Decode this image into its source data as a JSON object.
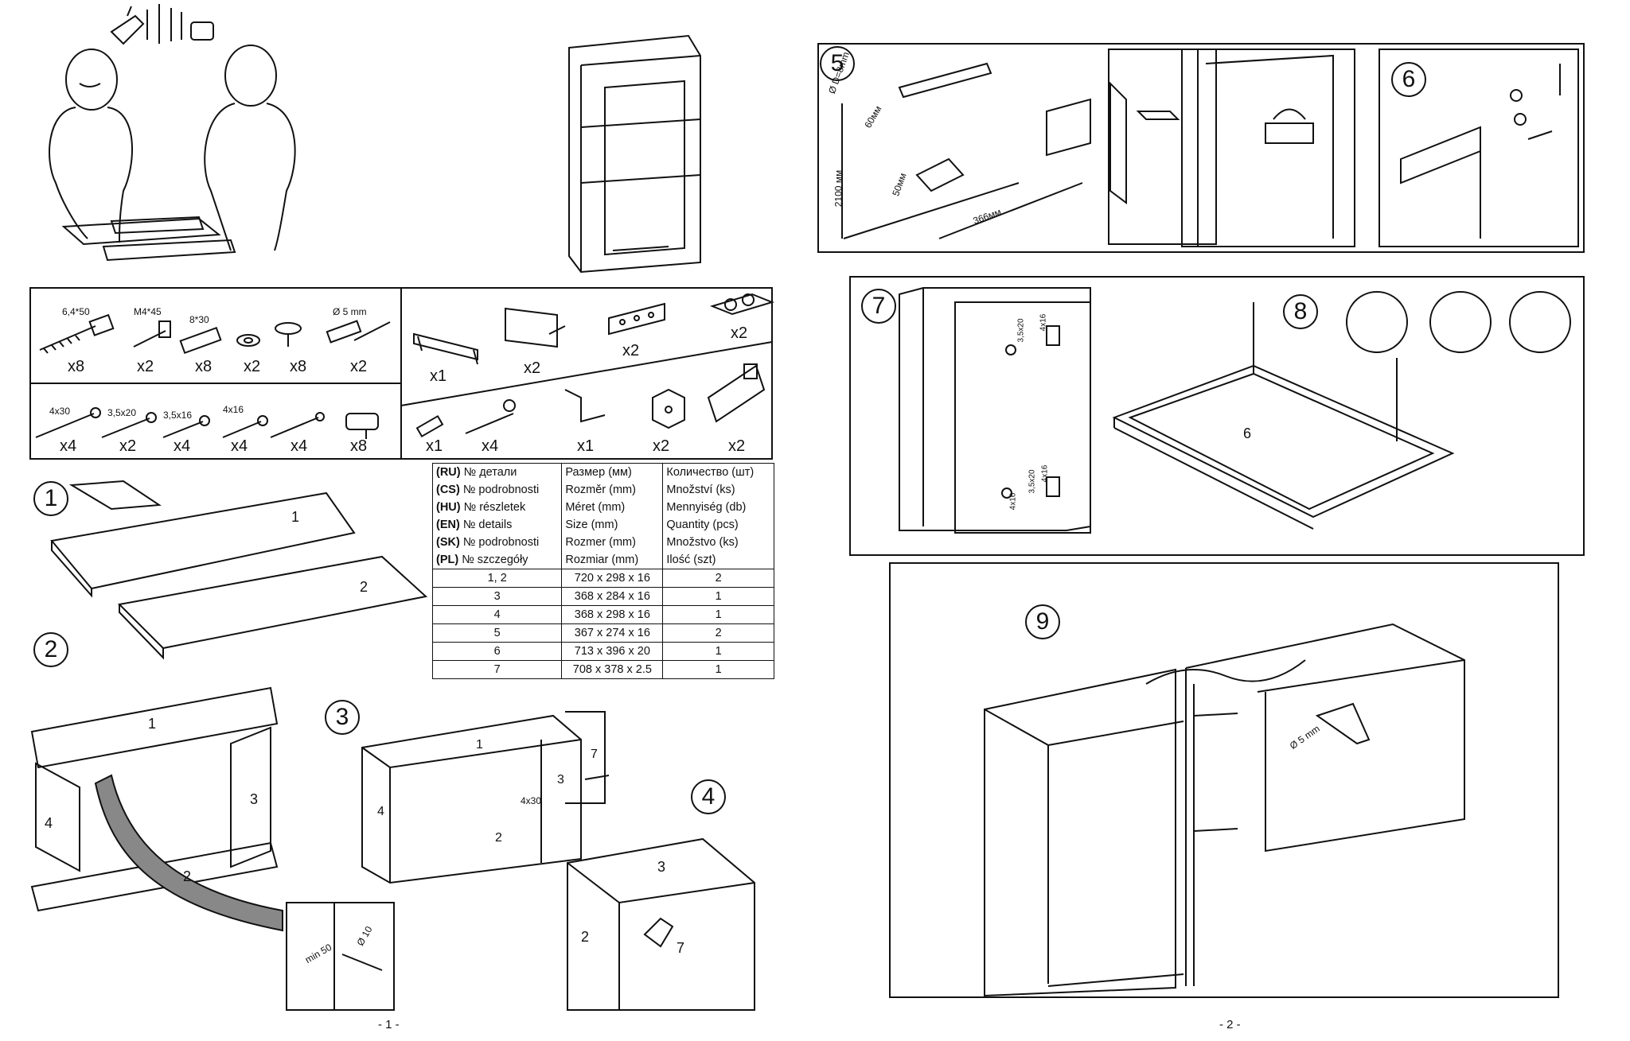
{
  "steps": [
    "1",
    "2",
    "3",
    "4",
    "5",
    "6",
    "7",
    "8",
    "9"
  ],
  "hardware_top": [
    {
      "spec": "6,4*50",
      "qty": "x8"
    },
    {
      "spec": "M4*45",
      "qty": "x2"
    },
    {
      "spec": "8*30",
      "qty": "x8"
    },
    {
      "spec": "",
      "qty": "x2"
    },
    {
      "spec": "",
      "qty": "x8"
    },
    {
      "spec": "Ø 5 mm",
      "qty": "x2"
    }
  ],
  "hardware_bottom": [
    {
      "spec": "4x30",
      "qty": "x4"
    },
    {
      "spec": "3,5x20",
      "qty": "x2"
    },
    {
      "spec": "3,5x16",
      "qty": "x4"
    },
    {
      "spec": "4x16",
      "qty": "x4"
    },
    {
      "spec": "",
      "qty": "x4"
    },
    {
      "spec": "",
      "qty": "x8"
    }
  ],
  "hardware_right_top": [
    "x1",
    "x2",
    "x2",
    "x2"
  ],
  "hardware_right_bottom": [
    "x1",
    "x4",
    "x1",
    "x2",
    "x2"
  ],
  "table": {
    "header_rows": [
      [
        "(RU)",
        "№ детали",
        "Размер  (мм)",
        "Количество (шт)"
      ],
      [
        "(CS)",
        "№ podrobnosti",
        "Rozměr (mm)",
        "Množství (ks)"
      ],
      [
        "(HU)",
        "№ részletek",
        "Méret (mm)",
        "Mennyiség (db)"
      ],
      [
        "(EN)",
        "№ details",
        "Size (mm)",
        "Quantity  (pcs)"
      ],
      [
        "(SK)",
        "№ podrobnosti",
        "Rozmer (mm)",
        "Množstvo (ks)"
      ],
      [
        "(PL)",
        "№ szczegóły",
        "Rozmiar (mm)",
        "Ilość (szt)"
      ]
    ],
    "rows": [
      [
        "1, 2",
        "720 x 298 x 16",
        "2"
      ],
      [
        "3",
        "368 x 284 x 16",
        "1"
      ],
      [
        "4",
        "368 x 298 x 16",
        "1"
      ],
      [
        "5",
        "367 x 274 x 16",
        "2"
      ],
      [
        "6",
        "713 x 396 x 20",
        "1"
      ],
      [
        "7",
        "708 x 378 x 2.5",
        "1"
      ]
    ]
  },
  "step1_parts": [
    "1",
    "2"
  ],
  "step2_parts": [
    "1",
    "3",
    "4",
    "2"
  ],
  "step2_detail": [
    "min 50",
    "Ø 10"
  ],
  "step3_parts": [
    "1",
    "4",
    "3",
    "2",
    "7",
    "4x30"
  ],
  "step4_parts": [
    "3",
    "2",
    "7"
  ],
  "step5_dims": [
    "Ø D=8mm",
    "60мм",
    "2100 мм",
    "50мм",
    "366мм"
  ],
  "step7_dims": [
    "3,5x20",
    "4x16",
    "3,5x20",
    "4x16",
    "4x16"
  ],
  "step8_panel": "6",
  "step9_drill": "Ø 5 mm",
  "page_numbers": [
    "- 1 -",
    "- 2 -"
  ]
}
